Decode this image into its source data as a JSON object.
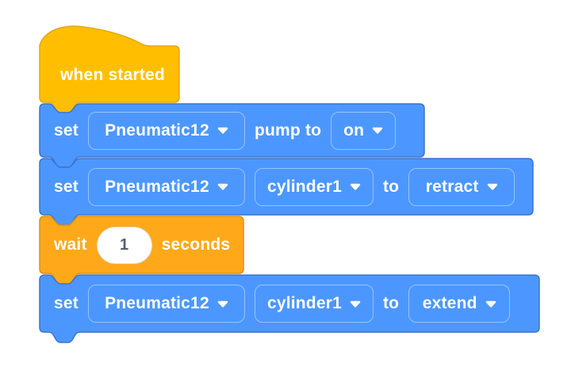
{
  "colors": {
    "block_blue": "#4C97FF",
    "block_blue_border": "#3B74CE",
    "hat_yellow": "#FFBF00",
    "hat_yellow_border": "#E3A716",
    "wait_orange": "#FFA91A",
    "wait_orange_border": "#DD9012",
    "label_text": "#FFFFFF",
    "input_text": "#575E75",
    "input_bg": "#FFFFFF"
  },
  "icons": {
    "dropdown_arrow": "triangle-down"
  },
  "blocks": {
    "hat": {
      "label": "when started"
    },
    "set_pump": {
      "kw_set": "set",
      "device": "Pneumatic12",
      "kw_pump_to": "pump to",
      "value": "on"
    },
    "set_cylinder_retract": {
      "kw_set": "set",
      "device": "Pneumatic12",
      "port": "cylinder1",
      "kw_to": "to",
      "value": "retract"
    },
    "wait": {
      "kw_wait": "wait",
      "duration": "1",
      "kw_seconds": "seconds"
    },
    "set_cylinder_extend": {
      "kw_set": "set",
      "device": "Pneumatic12",
      "port": "cylinder1",
      "kw_to": "to",
      "value": "extend"
    }
  }
}
